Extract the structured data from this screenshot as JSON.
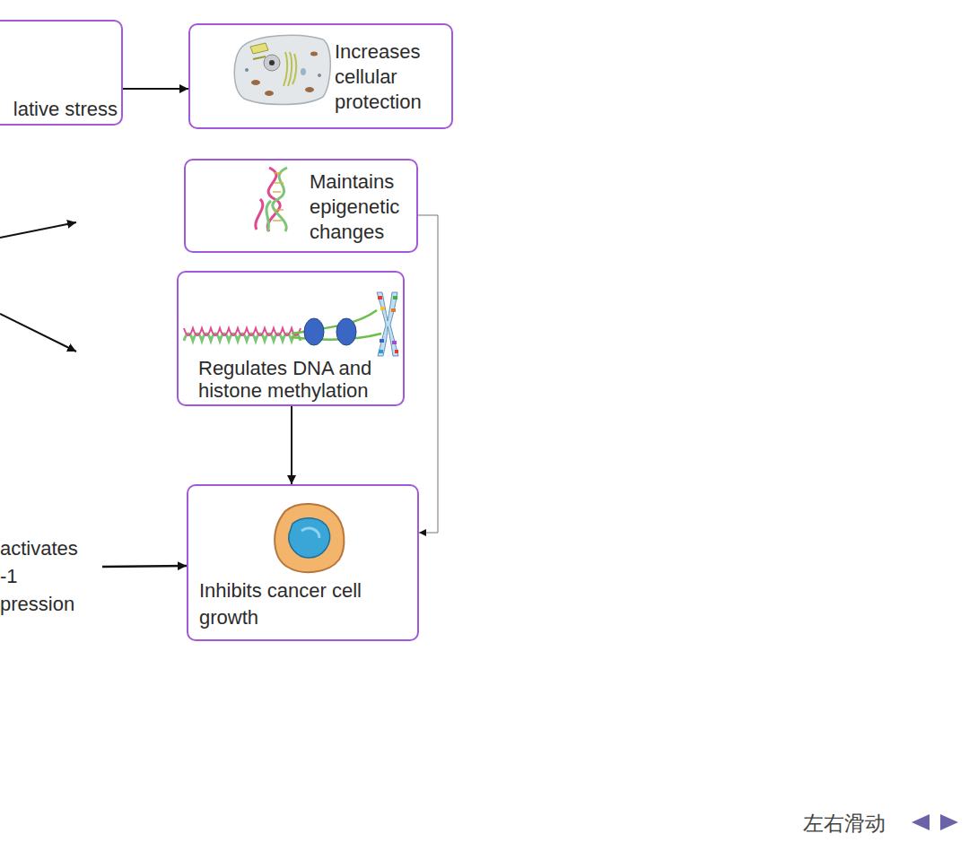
{
  "diagram": {
    "nodes": [
      {
        "text": [
          "lative stress"
        ]
      },
      {
        "text": [
          "Increases cellular protection"
        ]
      },
      {
        "text": [
          "Maintains epigenetic changes"
        ]
      },
      {
        "text": [
          "Regulates DNA and histone methylation"
        ]
      },
      {
        "text": [
          "activates -1 pression"
        ]
      },
      {
        "text": [
          "Inhibits cancer cell growth"
        ]
      }
    ],
    "edges": [
      {
        "from": 0,
        "to": 1,
        "arrow": "to"
      },
      {
        "from": 3,
        "to": 5,
        "arrow": "to"
      },
      {
        "from": 2,
        "to": 5,
        "arrow": "to"
      },
      {
        "from": 4,
        "to": 5,
        "arrow": "to"
      }
    ],
    "labels": [
      "左右滑动"
    ]
  }
}
